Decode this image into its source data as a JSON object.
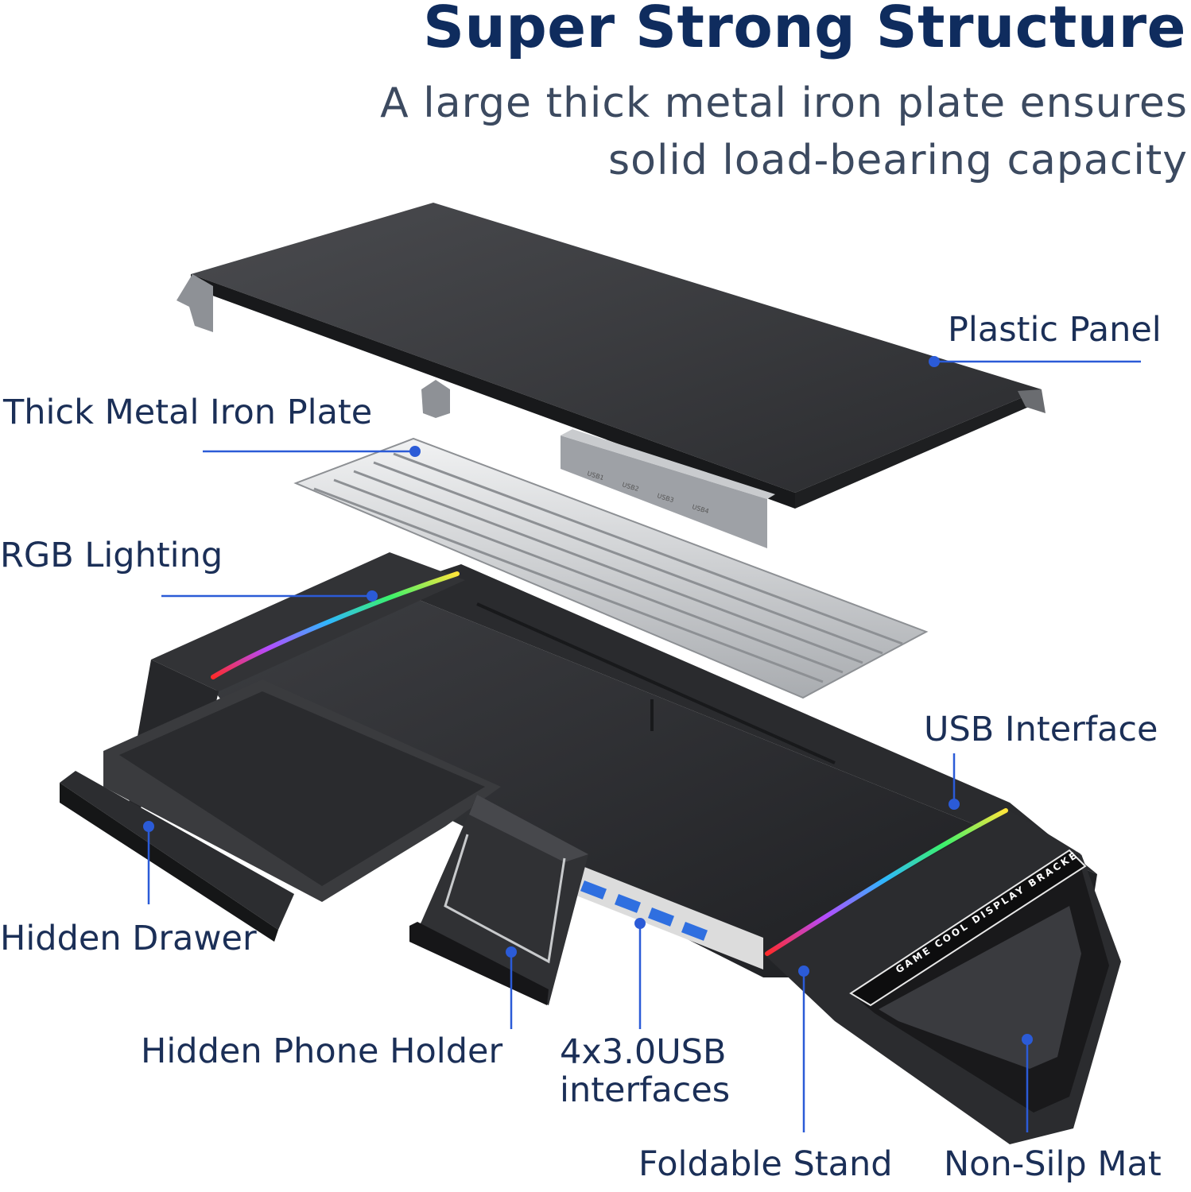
{
  "header": {
    "title": "Super Strong Structure",
    "subtitle_line1": "A large thick metal iron plate ensures",
    "subtitle_line2": "solid load-bearing capacity"
  },
  "callouts": {
    "plastic_panel": "Plastic Panel",
    "metal_plate": "Thick Metal Iron Plate",
    "rgb_lighting": "RGB Lighting",
    "usb_interface": "USB Interface",
    "hidden_drawer": "Hidden Drawer",
    "phone_holder": "Hidden Phone Holder",
    "usb_ports_line1": "4x3.0USB",
    "usb_ports_line2": "interfaces",
    "foldable_stand": "Foldable Stand",
    "non_slip_mat": "Non-Silp Mat"
  },
  "product": {
    "side_print": "GAME COOL DISPLAY BRACKET",
    "port_labels": [
      "USB1",
      "USB2",
      "USB3",
      "USB4"
    ]
  },
  "colors": {
    "title": "#0f2c5e",
    "callout_line": "#2b5bd7",
    "panel": "#2e2f32",
    "metal": "#d4d6d9"
  },
  "icons": [
    "callout-dot-icon"
  ]
}
